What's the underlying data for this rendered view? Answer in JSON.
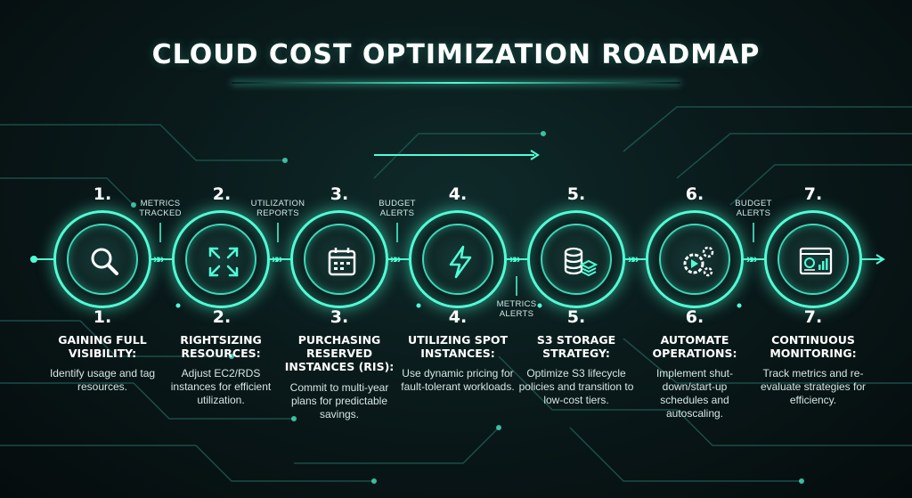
{
  "title": "CLOUD COST OPTIMIZATION ROADMAP",
  "steps": [
    {
      "num": "1.",
      "heading_l1": "GAINING FULL",
      "heading_l2": "VISIBILITY:",
      "desc": "Identify usage and tag resources.",
      "icon": "magnifier-icon"
    },
    {
      "num": "2.",
      "heading_l1": "RIGHTSIZING",
      "heading_l2": "RESOURCES:",
      "desc": "Adjust EC2/RDS instances for efficient utilization.",
      "icon": "resize-arrows-icon"
    },
    {
      "num": "3.",
      "heading_l1": "PURCHASING",
      "heading_l2": "RESERVED",
      "heading_l3": "INSTANCES (RIs):",
      "desc": "Commit to multi-year plans for predictable savings.",
      "icon": "calendar-icon"
    },
    {
      "num": "4.",
      "heading_l1": "UTILIZING SPOT",
      "heading_l2": "INSTANCES:",
      "desc": "Use dynamic pricing for fault-tolerant workloads.",
      "icon": "lightning-icon"
    },
    {
      "num": "5.",
      "heading_l1": "S3 STORAGE",
      "heading_l2": "STRATEGY:",
      "desc": "Optimize S3 lifecycle policies and transition to low-cost tiers.",
      "icon": "storage-icon"
    },
    {
      "num": "6.",
      "heading_l1": "AUTOMATE",
      "heading_l2": "OPERATIONS:",
      "desc": "Implement shut-down/start-up schedules and autoscaling.",
      "icon": "gears-play-icon"
    },
    {
      "num": "7.",
      "heading_l1": "CONTINUOUS",
      "heading_l2": "MONITORING:",
      "desc": "Track metrics and re-evaluate strategies for efficiency.",
      "icon": "dashboard-icon"
    }
  ],
  "connectors": [
    {
      "l1": "METRICS",
      "l2": "TRACKED"
    },
    {
      "l1": "UTILIZATION",
      "l2": "REPORTS"
    },
    {
      "l1": "BUDGET",
      "l2": "ALERTS"
    },
    {
      "l1": "METRICS",
      "l2": "ALERTS"
    },
    {
      "l1": "BUDGET",
      "l2": "ALERTS"
    }
  ],
  "colors": {
    "accent": "#4fffd6",
    "background": "#0a1a1b"
  }
}
